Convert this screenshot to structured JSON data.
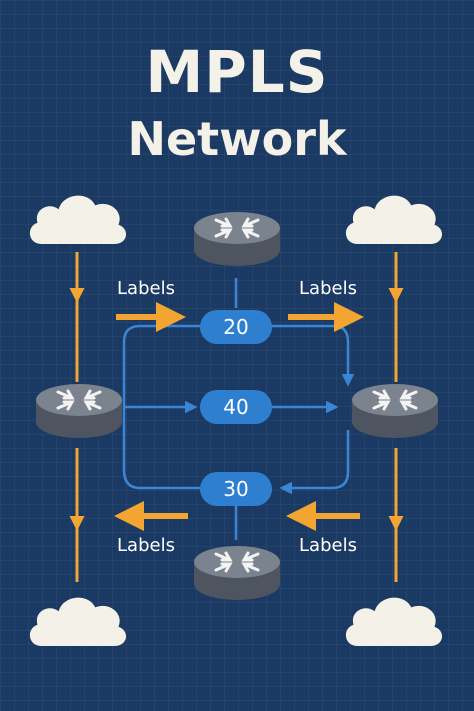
{
  "title": {
    "line1": "MPLS",
    "line2": "Network"
  },
  "labels": {
    "top_left": "Labels",
    "top_right": "Labels",
    "bottom_left": "Labels",
    "bottom_right": "Labels"
  },
  "label_values": {
    "top": "20",
    "middle": "40",
    "bottom": "30"
  },
  "colors": {
    "background": "#1b3a63",
    "accent_orange": "#f2a531",
    "link_blue": "#3a86d6",
    "pill_blue": "#2f7fd1",
    "router_gray": "#6b7380",
    "cloud": "#f4f1e8"
  },
  "icons": [
    "cloud-icon",
    "router-icon",
    "arrow-icon"
  ]
}
